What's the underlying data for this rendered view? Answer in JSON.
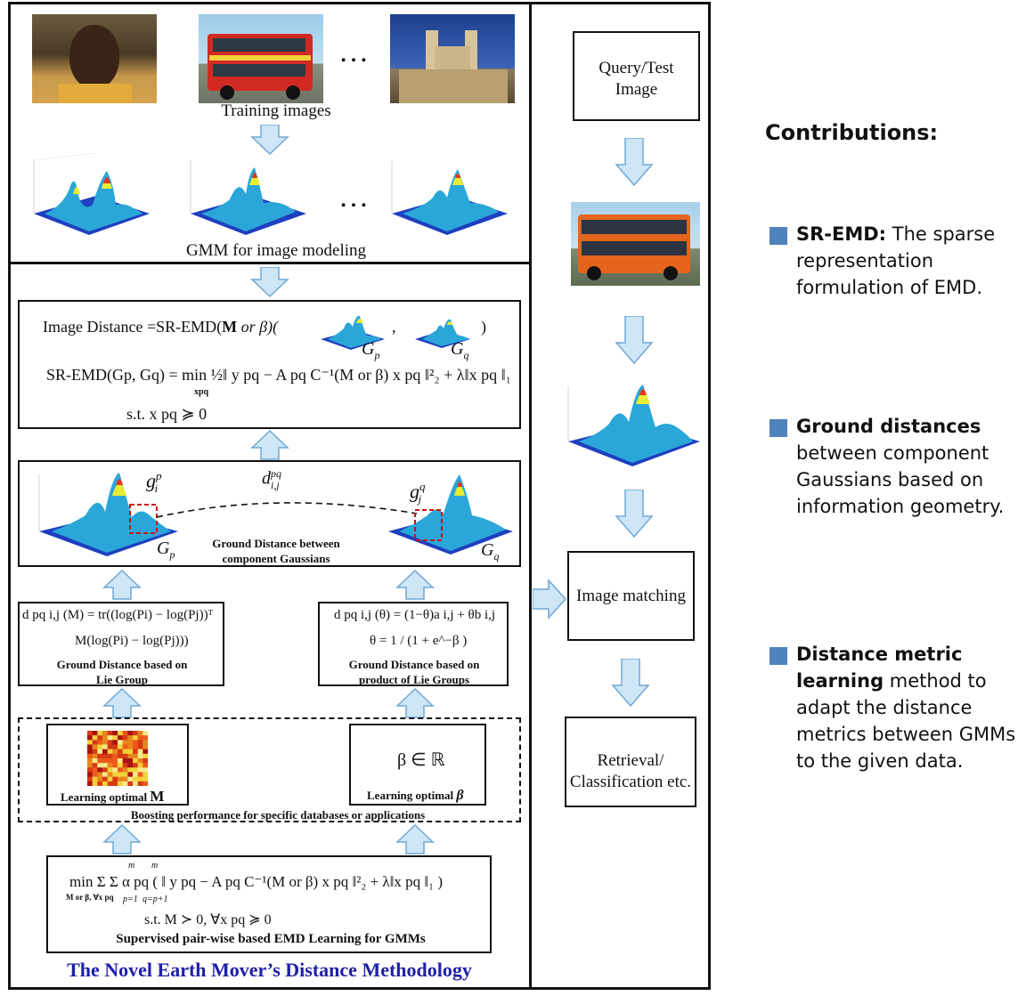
{
  "training": {
    "caption": "Training images",
    "ellipsis": "…"
  },
  "gmm": {
    "caption": "GMM for image modeling",
    "ellipsis": "…"
  },
  "query": {
    "title_line1": "Query/Test",
    "title_line2": "Image"
  },
  "image_matching": "Image matching",
  "retrieval": {
    "line1": "Retrieval/",
    "line2": "Classification etc."
  },
  "contributions": {
    "title": "Contributions:",
    "items": [
      {
        "bold": "SR-EMD:",
        "rest": " The sparse representation formulation of EMD."
      },
      {
        "bold": "Ground distances",
        "rest": " between component Gaussians based on information geometry."
      },
      {
        "bold": "Distance metric learning",
        "rest": " method to adapt the distance metrics between GMMs to the given data."
      }
    ],
    "accent_color": "#4f81bd"
  },
  "distance_box": {
    "line1_prefix": "Image  Distance =SR-EMD(",
    "line1_M": "M",
    "line1_or_beta": " or β)(",
    "comma": ",",
    "close": ")",
    "gp": "G",
    "gp_sub": "p",
    "gq": "G",
    "gq_sub": "q",
    "line2": "SR-EMD(Gp, Gq) = min ½‖ y pq − A pq C⁻¹(M or β) x pq ‖²₂ + λ‖x pq ‖₁",
    "min_sub": "xpq",
    "line3": "s.t.   x pq ≽ 0"
  },
  "ground_box": {
    "caption_line1": "Ground Distance between",
    "caption_line2": "component Gaussians",
    "dij": "d",
    "dij_sup": "pq",
    "dij_sub": "i,j",
    "gi": "g",
    "gi_sup": "p",
    "gi_sub": "i",
    "gj": "g",
    "gj_sup": "q",
    "gj_sub": "j",
    "Gp": "G",
    "Gp_sub": "p",
    "Gq": "G",
    "Gq_sub": "q"
  },
  "lie_group_box": {
    "eq1": "d pq i,j (M) = tr((log(Pi) − log(Pj))ᵀ",
    "eq2": "M(log(Pi) − log(Pj)))",
    "caption_line1": "Ground Distance based on",
    "caption_line2": "Lie Group"
  },
  "lie_product_box": {
    "eq1": "d pq i,j (θ) = (1−θ)a i,j + θb i,j",
    "eq2": "θ = 1 / (1 + e^−β )",
    "caption_line1": "Ground Distance based on",
    "caption_line2": "product of Lie Groups"
  },
  "boosting": {
    "learn_M_label": "Learning optimal ",
    "learn_M_sym": "M",
    "beta_in_R": "β ∈ ℝ",
    "learn_beta_label": "Learning optimal ",
    "learn_beta_sym": "β",
    "caption": "Boosting performance for specific databases or applications"
  },
  "supervised_box": {
    "eq1": "min  Σ Σ  α pq ( ‖ y pq − A pq C⁻¹(M or β) x pq ‖²₂ + λ‖x pq ‖₁ )",
    "eq1_min_sub": "M or β, ∀x pq",
    "eq1_sum_lower1": "p=1",
    "eq1_sum_upper1": "m",
    "eq1_sum_lower2": "q=p+1",
    "eq1_sum_upper2": "m",
    "eq2": "s.t.  M ≻ 0,  ∀x pq ≽ 0",
    "caption": "Supervised pair-wise based EMD Learning for GMMs"
  },
  "footer_title": "The Novel Earth Mover’s Distance Methodology",
  "footer_color": "#1f1fa8",
  "arrow_color": "#cfe6f7",
  "arrow_border": "#6fa8d6"
}
